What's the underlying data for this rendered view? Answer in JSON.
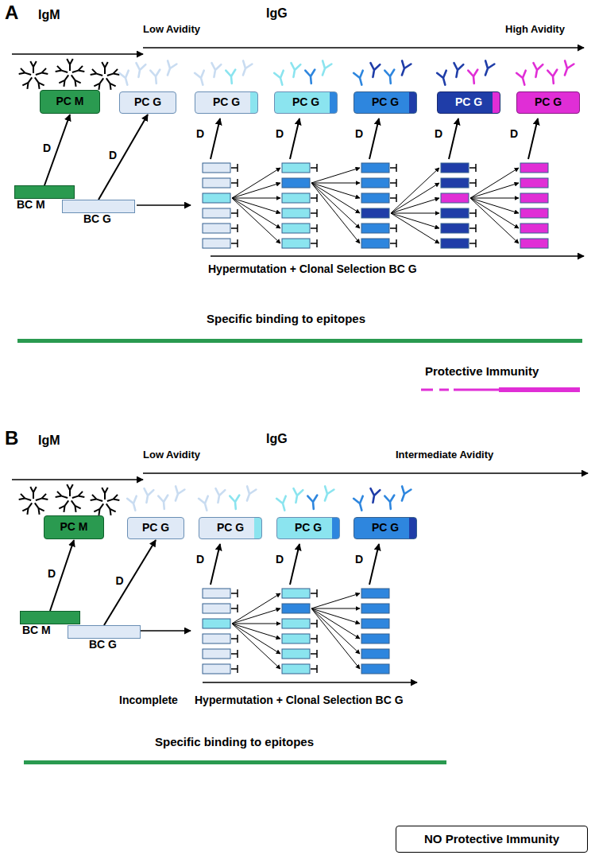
{
  "diagram": {
    "nodes": [
      {
        "text": [
          "PC M"
        ]
      },
      {
        "text": [
          "PC G"
        ]
      },
      {
        "text": [
          "PC G"
        ]
      },
      {
        "text": [
          "PC G"
        ]
      },
      {
        "text": [
          "PC G"
        ]
      },
      {
        "text": [
          "PC G"
        ]
      },
      {
        "text": [
          "PC G"
        ]
      },
      {
        "text": [
          "BC M"
        ]
      },
      {
        "text": [
          "BC G"
        ]
      },
      {
        "text": [
          "PC M"
        ]
      },
      {
        "text": [
          "PC G"
        ]
      },
      {
        "text": [
          "PC G"
        ]
      },
      {
        "text": [
          "PC G"
        ]
      },
      {
        "text": [
          "PC G"
        ]
      },
      {
        "text": [
          "BC M"
        ]
      },
      {
        "text": [
          "BC G"
        ]
      },
      {
        "text": [
          "NO Protective Immunity"
        ]
      }
    ],
    "edges": [
      {
        "from": 7,
        "to": 0,
        "label": "D",
        "arrow": "to"
      },
      {
        "from": 8,
        "to": 1,
        "label": "D",
        "arrow": "to"
      },
      {
        "from": 14,
        "to": 9,
        "label": "D",
        "arrow": "to"
      },
      {
        "from": 15,
        "to": 10,
        "label": "D",
        "arrow": "to"
      }
    ],
    "labels": [
      "A",
      "IgM",
      "Low Avidity",
      "IgG",
      "High Avidity",
      "D",
      "D",
      "D",
      "D",
      "D",
      "Hypermutation + Clonal Selection BC G",
      "Specific binding to epitopes",
      "Protective Immunity",
      "B",
      "IgM",
      "Low Avidity",
      "IgG",
      "Intermediate Avidity",
      "D",
      "D",
      "D",
      "Incomplete",
      "Hypermutation + Clonal Selection BC G",
      "Specific binding to epitopes"
    ]
  }
}
